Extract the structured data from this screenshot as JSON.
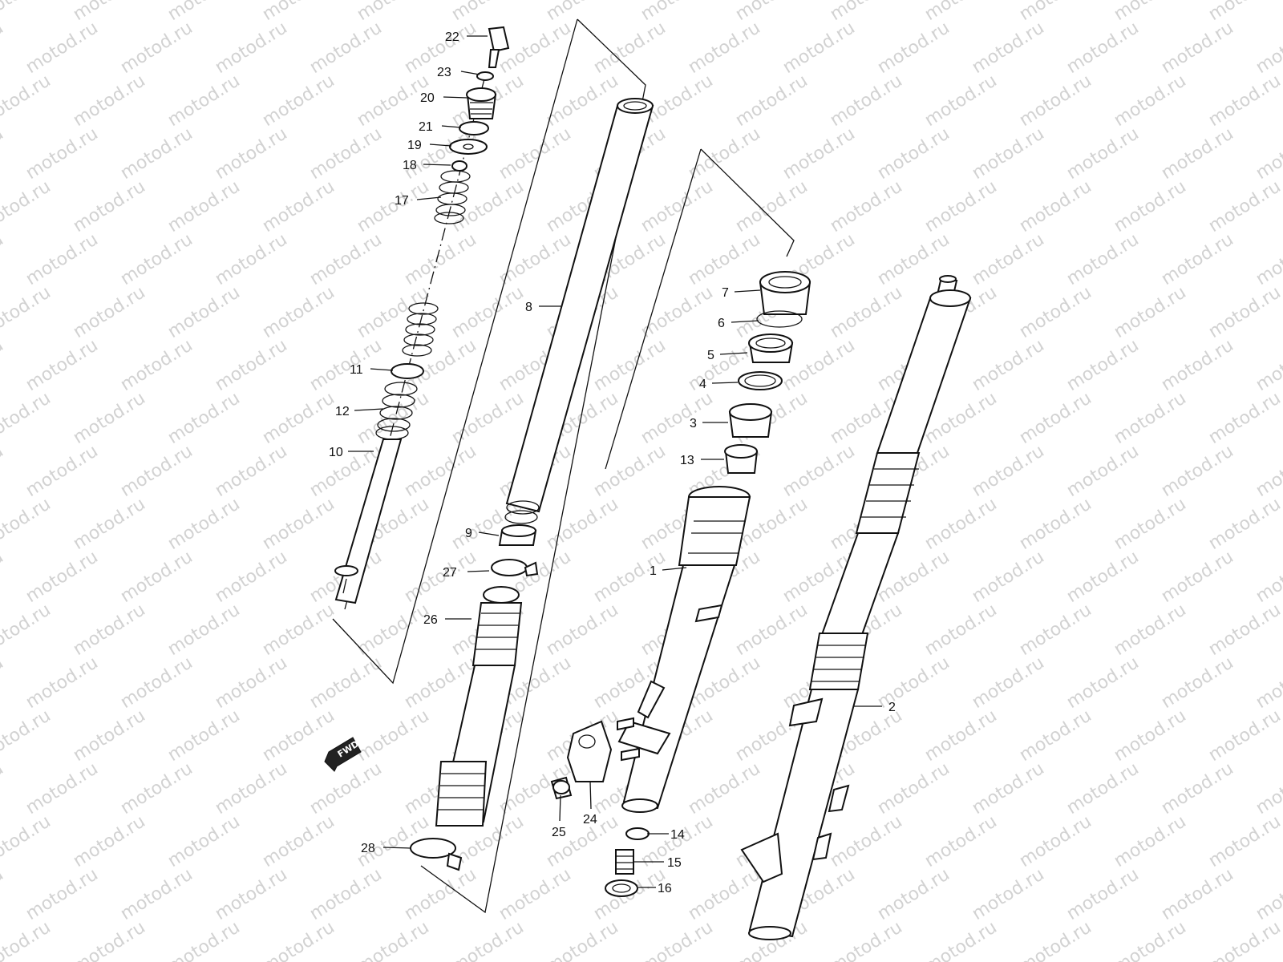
{
  "watermark": {
    "text": "motod.ru"
  },
  "direction_marker": {
    "text": "FWD"
  },
  "callouts": [
    {
      "id": "22",
      "label": "22"
    },
    {
      "id": "23",
      "label": "23"
    },
    {
      "id": "20",
      "label": "20"
    },
    {
      "id": "21",
      "label": "21"
    },
    {
      "id": "19",
      "label": "19"
    },
    {
      "id": "18",
      "label": "18"
    },
    {
      "id": "17",
      "label": "17"
    },
    {
      "id": "11",
      "label": "11"
    },
    {
      "id": "12",
      "label": "12"
    },
    {
      "id": "10",
      "label": "10"
    },
    {
      "id": "8",
      "label": "8"
    },
    {
      "id": "9",
      "label": "9"
    },
    {
      "id": "27",
      "label": "27"
    },
    {
      "id": "26",
      "label": "26"
    },
    {
      "id": "28",
      "label": "28"
    },
    {
      "id": "7",
      "label": "7"
    },
    {
      "id": "6",
      "label": "6"
    },
    {
      "id": "5",
      "label": "5"
    },
    {
      "id": "4",
      "label": "4"
    },
    {
      "id": "3",
      "label": "3"
    },
    {
      "id": "13",
      "label": "13"
    },
    {
      "id": "1",
      "label": "1"
    },
    {
      "id": "2",
      "label": "2"
    },
    {
      "id": "25",
      "label": "25"
    },
    {
      "id": "24",
      "label": "24"
    },
    {
      "id": "14",
      "label": "14"
    },
    {
      "id": "15",
      "label": "15"
    },
    {
      "id": "16",
      "label": "16"
    }
  ]
}
